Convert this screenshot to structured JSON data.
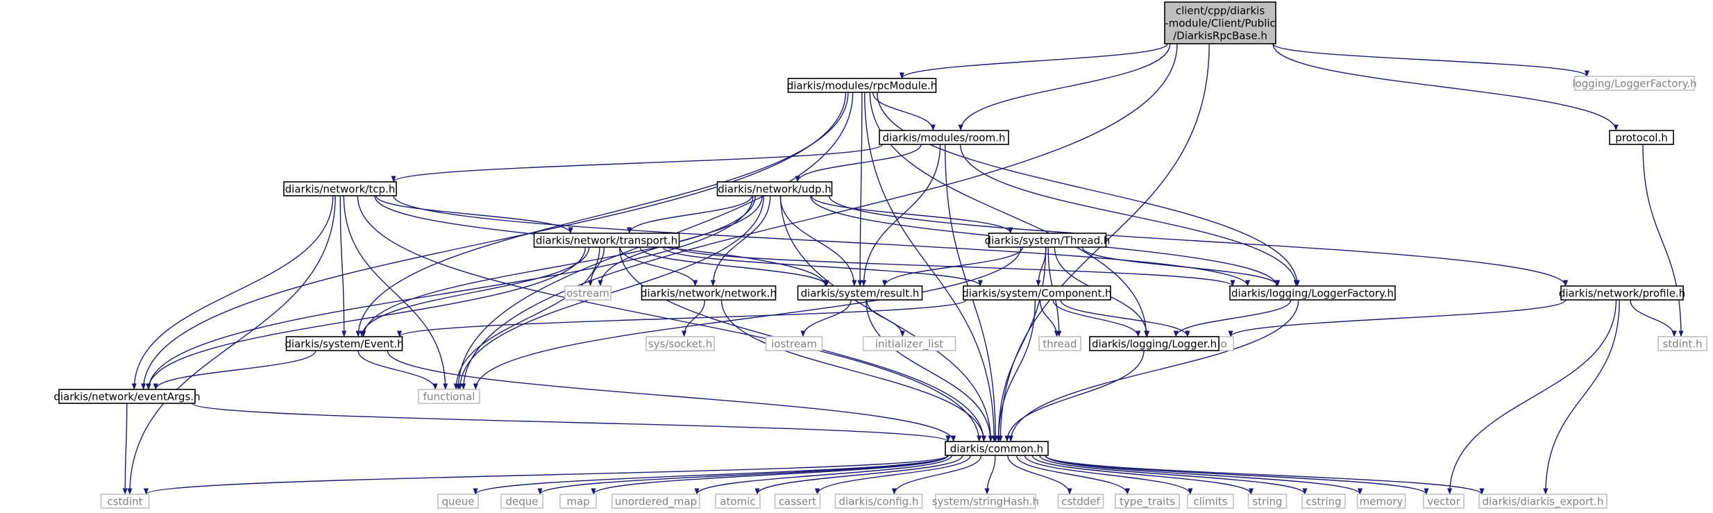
{
  "colors": {
    "edge": "#191970",
    "local_border": "#000000",
    "system_border": "#bfbfbf",
    "system_text": "#808080",
    "root_fill": "#bfbfbf",
    "node_fill": "#ffffff"
  },
  "nodes": [
    {
      "id": "root",
      "lines": [
        "client/cpp/diarkis",
        "-module/Client/Public",
        "/DiarkisRpcBase.h"
      ],
      "kind": "root"
    },
    {
      "id": "rpcModule",
      "lines": [
        "diarkis/modules/rpcModule.h"
      ],
      "kind": "local"
    },
    {
      "id": "loggingLF",
      "lines": [
        "logging/LoggerFactory.h"
      ],
      "kind": "system"
    },
    {
      "id": "protocol",
      "lines": [
        "protocol.h"
      ],
      "kind": "local"
    },
    {
      "id": "room",
      "lines": [
        "diarkis/modules/room.h"
      ],
      "kind": "local"
    },
    {
      "id": "tcp",
      "lines": [
        "diarkis/network/tcp.h"
      ],
      "kind": "local"
    },
    {
      "id": "udp",
      "lines": [
        "diarkis/network/udp.h"
      ],
      "kind": "local"
    },
    {
      "id": "transport",
      "lines": [
        "diarkis/network/transport.h"
      ],
      "kind": "local"
    },
    {
      "id": "thread",
      "lines": [
        "diarkis/system/Thread.h"
      ],
      "kind": "local"
    },
    {
      "id": "ostream",
      "lines": [
        "ostream"
      ],
      "kind": "system"
    },
    {
      "id": "network",
      "lines": [
        "diarkis/network/network.h"
      ],
      "kind": "local"
    },
    {
      "id": "result",
      "lines": [
        "diarkis/system/result.h"
      ],
      "kind": "local"
    },
    {
      "id": "component",
      "lines": [
        "diarkis/system/Component.h"
      ],
      "kind": "local"
    },
    {
      "id": "loggerFactory",
      "lines": [
        "diarkis/logging/LoggerFactory.h"
      ],
      "kind": "local"
    },
    {
      "id": "profile",
      "lines": [
        "diarkis/network/profile.h"
      ],
      "kind": "local"
    },
    {
      "id": "syssocket",
      "lines": [
        "sys/socket.h"
      ],
      "kind": "system"
    },
    {
      "id": "iostream",
      "lines": [
        "iostream"
      ],
      "kind": "system"
    },
    {
      "id": "initlist",
      "lines": [
        "initializer_list"
      ],
      "kind": "system"
    },
    {
      "id": "stdthread",
      "lines": [
        "thread"
      ],
      "kind": "system"
    },
    {
      "id": "chrono",
      "lines": [
        "chrono"
      ],
      "kind": "system"
    },
    {
      "id": "stdint",
      "lines": [
        "stdint.h"
      ],
      "kind": "system"
    },
    {
      "id": "event",
      "lines": [
        "diarkis/system/Event.h"
      ],
      "kind": "local"
    },
    {
      "id": "logger",
      "lines": [
        "diarkis/logging/Logger.h"
      ],
      "kind": "local"
    },
    {
      "id": "eventArgs",
      "lines": [
        "diarkis/network/eventArgs.h"
      ],
      "kind": "local"
    },
    {
      "id": "functional",
      "lines": [
        "functional"
      ],
      "kind": "system"
    },
    {
      "id": "common",
      "lines": [
        "diarkis/common.h"
      ],
      "kind": "local"
    },
    {
      "id": "cstdint",
      "lines": [
        "cstdint"
      ],
      "kind": "system"
    },
    {
      "id": "queue",
      "lines": [
        "queue"
      ],
      "kind": "system"
    },
    {
      "id": "deque",
      "lines": [
        "deque"
      ],
      "kind": "system"
    },
    {
      "id": "map",
      "lines": [
        "map"
      ],
      "kind": "system"
    },
    {
      "id": "umap",
      "lines": [
        "unordered_map"
      ],
      "kind": "system"
    },
    {
      "id": "atomic",
      "lines": [
        "atomic"
      ],
      "kind": "system"
    },
    {
      "id": "cassert",
      "lines": [
        "cassert"
      ],
      "kind": "system"
    },
    {
      "id": "config",
      "lines": [
        "diarkis/config.h"
      ],
      "kind": "system"
    },
    {
      "id": "stringHash",
      "lines": [
        "system/stringHash.h"
      ],
      "kind": "system"
    },
    {
      "id": "cstddef",
      "lines": [
        "cstddef"
      ],
      "kind": "system"
    },
    {
      "id": "typetraits",
      "lines": [
        "type_traits"
      ],
      "kind": "system"
    },
    {
      "id": "climits",
      "lines": [
        "climits"
      ],
      "kind": "system"
    },
    {
      "id": "string",
      "lines": [
        "string"
      ],
      "kind": "system"
    },
    {
      "id": "cstring",
      "lines": [
        "cstring"
      ],
      "kind": "system"
    },
    {
      "id": "memory",
      "lines": [
        "memory"
      ],
      "kind": "system"
    },
    {
      "id": "vector",
      "lines": [
        "vector"
      ],
      "kind": "system"
    },
    {
      "id": "export",
      "lines": [
        "diarkis/diarkis_export.h"
      ],
      "kind": "system"
    }
  ],
  "edges": [
    [
      "root",
      "rpcModule"
    ],
    [
      "root",
      "loggingLF"
    ],
    [
      "root",
      "protocol"
    ],
    [
      "root",
      "room"
    ],
    [
      "root",
      "common"
    ],
    [
      "root",
      "functional"
    ],
    [
      "rpcModule",
      "room"
    ],
    [
      "rpcModule",
      "result"
    ],
    [
      "rpcModule",
      "loggerFactory"
    ],
    [
      "rpcModule",
      "logger"
    ],
    [
      "rpcModule",
      "event"
    ],
    [
      "rpcModule",
      "eventArgs"
    ],
    [
      "rpcModule",
      "functional"
    ],
    [
      "rpcModule",
      "common"
    ],
    [
      "protocol",
      "stdint"
    ],
    [
      "room",
      "tcp"
    ],
    [
      "room",
      "udp"
    ],
    [
      "room",
      "result"
    ],
    [
      "room",
      "loggerFactory"
    ],
    [
      "room",
      "common"
    ],
    [
      "tcp",
      "transport"
    ],
    [
      "tcp",
      "event"
    ],
    [
      "tcp",
      "eventArgs"
    ],
    [
      "tcp",
      "functional"
    ],
    [
      "tcp",
      "cstdint"
    ],
    [
      "tcp",
      "result"
    ],
    [
      "tcp",
      "loggerFactory"
    ],
    [
      "tcp",
      "common"
    ],
    [
      "udp",
      "transport"
    ],
    [
      "udp",
      "thread"
    ],
    [
      "udp",
      "ostream"
    ],
    [
      "udp",
      "network"
    ],
    [
      "udp",
      "result"
    ],
    [
      "udp",
      "event"
    ],
    [
      "udp",
      "eventArgs"
    ],
    [
      "udp",
      "functional"
    ],
    [
      "udp",
      "loggerFactory"
    ],
    [
      "udp",
      "profile"
    ],
    [
      "udp",
      "common"
    ],
    [
      "transport",
      "ostream"
    ],
    [
      "transport",
      "network"
    ],
    [
      "transport",
      "result"
    ],
    [
      "transport",
      "component"
    ],
    [
      "transport",
      "loggerFactory"
    ],
    [
      "transport",
      "event"
    ],
    [
      "transport",
      "eventArgs"
    ],
    [
      "transport",
      "functional"
    ],
    [
      "transport",
      "common"
    ],
    [
      "thread",
      "result"
    ],
    [
      "thread",
      "component"
    ],
    [
      "thread",
      "loggerFactory"
    ],
    [
      "thread",
      "logger"
    ],
    [
      "thread",
      "stdthread"
    ],
    [
      "thread",
      "functional"
    ],
    [
      "thread",
      "common"
    ],
    [
      "network",
      "syssocket"
    ],
    [
      "network",
      "common"
    ],
    [
      "result",
      "iostream"
    ],
    [
      "result",
      "initlist"
    ],
    [
      "result",
      "common"
    ],
    [
      "component",
      "event"
    ],
    [
      "component",
      "logger"
    ],
    [
      "component",
      "stdthread"
    ],
    [
      "component",
      "chrono"
    ],
    [
      "component",
      "common"
    ],
    [
      "loggerFactory",
      "logger"
    ],
    [
      "loggerFactory",
      "common"
    ],
    [
      "profile",
      "chrono"
    ],
    [
      "profile",
      "stdint"
    ],
    [
      "profile",
      "vector"
    ],
    [
      "profile",
      "export"
    ],
    [
      "event",
      "eventArgs"
    ],
    [
      "event",
      "functional"
    ],
    [
      "event",
      "common"
    ],
    [
      "eventArgs",
      "cstdint"
    ],
    [
      "eventArgs",
      "common"
    ],
    [
      "logger",
      "common"
    ],
    [
      "common",
      "cstdint"
    ],
    [
      "common",
      "queue"
    ],
    [
      "common",
      "deque"
    ],
    [
      "common",
      "map"
    ],
    [
      "common",
      "umap"
    ],
    [
      "common",
      "atomic"
    ],
    [
      "common",
      "cassert"
    ],
    [
      "common",
      "config"
    ],
    [
      "common",
      "stringHash"
    ],
    [
      "common",
      "cstddef"
    ],
    [
      "common",
      "typetraits"
    ],
    [
      "common",
      "climits"
    ],
    [
      "common",
      "string"
    ],
    [
      "common",
      "cstring"
    ],
    [
      "common",
      "memory"
    ],
    [
      "common",
      "vector"
    ],
    [
      "common",
      "export"
    ]
  ]
}
